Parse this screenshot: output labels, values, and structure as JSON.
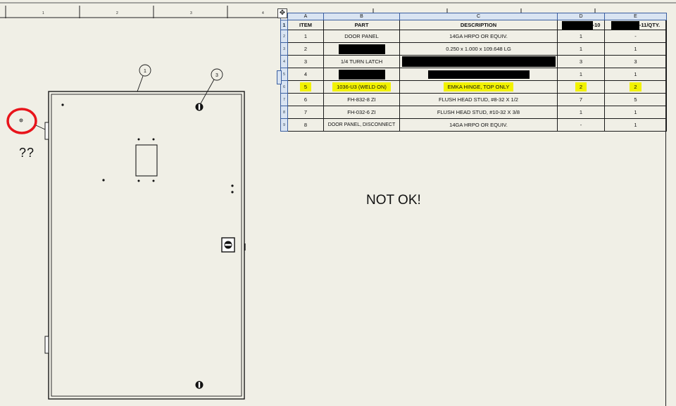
{
  "ruler": {
    "tick_labels": [
      "1",
      "2",
      "3",
      "4"
    ]
  },
  "bom": {
    "col_letters": [
      "A",
      "B",
      "C",
      "D",
      "E"
    ],
    "row_numbers": [
      "1",
      "2",
      "3",
      "4",
      "5",
      "6",
      "7",
      "8",
      "9"
    ],
    "headers": {
      "item": "ITEM",
      "part": "PART",
      "description": "DESCRIPTION",
      "qty_a": "-10",
      "qty_b": "-11/QTY."
    },
    "rows": [
      {
        "item": "1",
        "part": "DOOR PANEL",
        "description": "14GA HRPO OR EQUIV.",
        "qty_a": "1",
        "qty_b": "-"
      },
      {
        "item": "2",
        "part": "",
        "description": "0.250 x 1.000 x 109.648 LG",
        "qty_a": "1",
        "qty_b": "1"
      },
      {
        "item": "3",
        "part": "1/4 TURN LATCH",
        "description": "",
        "qty_a": "3",
        "qty_b": "3"
      },
      {
        "item": "4",
        "part": "",
        "description": "",
        "qty_a": "1",
        "qty_b": "1"
      },
      {
        "item": "5",
        "part": "1036-U3 (WELD ON)",
        "description": "EMKA HINGE, TOP ONLY",
        "qty_a": "2",
        "qty_b": "2"
      },
      {
        "item": "6",
        "part": "FH-832-8 ZI",
        "description": "FLUSH HEAD STUD, #8-32 X 1/2",
        "qty_a": "7",
        "qty_b": "5"
      },
      {
        "item": "7",
        "part": "FH-032-6 ZI",
        "description": "FLUSH HEAD STUD, #10-32 X 3/8",
        "qty_a": "1",
        "qty_b": "1"
      },
      {
        "item": "8",
        "part": "DOOR PANEL, DISCONNECT",
        "description": "14GA HRPO OR EQUIV.",
        "qty_a": "-",
        "qty_b": "1"
      }
    ],
    "highlight_color": "#f2f200"
  },
  "drawing": {
    "balloons": [
      "1",
      "3"
    ]
  },
  "annotations": {
    "not_ok": "NOT OK!",
    "question": "??",
    "circle_color": "#e8141b"
  },
  "icons": {
    "move_handle": "move-arrows-icon"
  }
}
